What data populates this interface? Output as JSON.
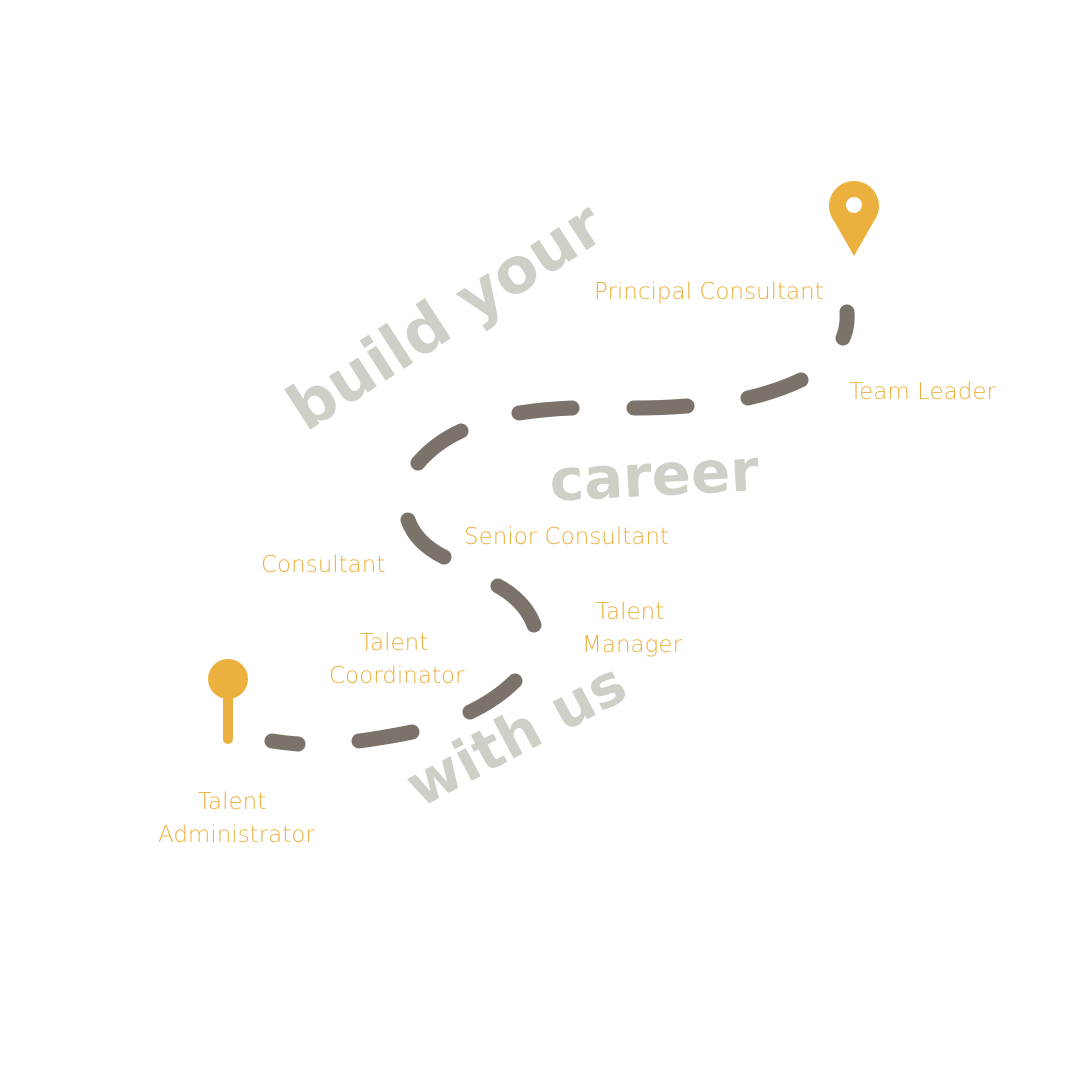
{
  "slogan": {
    "line1": "build your",
    "line2": "career",
    "line3": "with us"
  },
  "roles": {
    "principal_consultant": "Principal Consultant",
    "team_leader": "Team Leader",
    "senior_consultant": "Senior Consultant",
    "consultant": "Consultant",
    "talent_manager": [
      "Talent",
      "Manager"
    ],
    "talent_coordinator": [
      "Talent",
      "Coordinator"
    ],
    "talent_administrator": [
      "Talent",
      "Administrator"
    ]
  },
  "colors": {
    "accent": "#ecb03e",
    "path": "#7b7369",
    "slogan": "#cfcfc8",
    "background": "#ffffff"
  },
  "icons": {
    "start": "start-pin-icon",
    "destination": "location-pin-icon"
  }
}
